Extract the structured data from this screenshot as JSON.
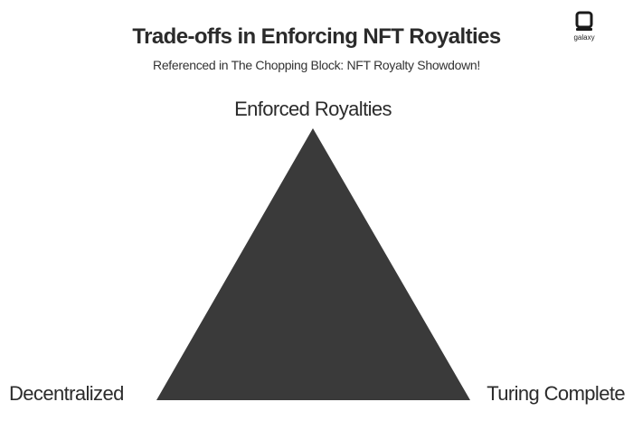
{
  "header": {
    "title": "Trade-offs in Enforcing NFT Royalties",
    "subtitle": "Referenced in The Chopping Block: NFT Royalty Showdown!"
  },
  "logo": {
    "icon": "galaxy-logo-icon",
    "text": "galaxy"
  },
  "diagram": {
    "type": "trilemma-triangle",
    "fill_color": "#3a3a3a",
    "vertices": {
      "top": "Enforced Royalties",
      "left": "Decentralized",
      "right": "Turing Complete"
    }
  }
}
